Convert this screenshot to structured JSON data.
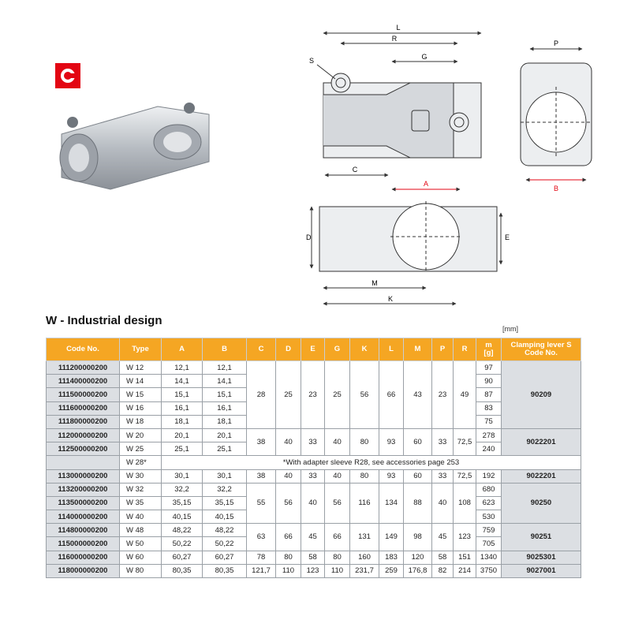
{
  "section_title": "W - Industrial design",
  "unit_note": "[mm]",
  "dimension_labels": {
    "L": "L",
    "R": "R",
    "G": "G",
    "S": "S",
    "C": "C",
    "P": "P",
    "B": "B",
    "A": "A",
    "D": "D",
    "E": "E",
    "M": "M",
    "K": "K"
  },
  "table": {
    "headers": [
      "Code No.",
      "Type",
      "A",
      "B",
      "C",
      "D",
      "E",
      "G",
      "K",
      "L",
      "M",
      "P",
      "R",
      "m\n[g]",
      "Clamping lever S\nCode No."
    ],
    "rows": [
      {
        "code": "111200000200",
        "type": "W 12",
        "A": "12,1",
        "B": "12,1",
        "m": "97"
      },
      {
        "code": "111400000200",
        "type": "W 14",
        "A": "14,1",
        "B": "14,1",
        "m": "90"
      },
      {
        "code": "111500000200",
        "type": "W 15",
        "A": "15,1",
        "B": "15,1",
        "m": "87"
      },
      {
        "code": "111600000200",
        "type": "W 16",
        "A": "16,1",
        "B": "16,1",
        "m": "83"
      },
      {
        "code": "111800000200",
        "type": "W 18",
        "A": "18,1",
        "B": "18,1",
        "m": "75"
      },
      {
        "code": "112000000200",
        "type": "W 20",
        "A": "20,1",
        "B": "20,1",
        "m": "278"
      },
      {
        "code": "112500000200",
        "type": "W 25",
        "A": "25,1",
        "B": "25,1",
        "m": "240"
      },
      {
        "code": "",
        "type": "W 28*",
        "note": "*With adapter sleeve R28, see accessories page 253"
      },
      {
        "code": "113000000200",
        "type": "W 30",
        "A": "30,1",
        "B": "30,1",
        "m": "192"
      },
      {
        "code": "113200000200",
        "type": "W 32",
        "A": "32,2",
        "B": "32,2",
        "m": "680"
      },
      {
        "code": "113500000200",
        "type": "W 35",
        "A": "35,15",
        "B": "35,15",
        "m": "623"
      },
      {
        "code": "114000000200",
        "type": "W 40",
        "A": "40,15",
        "B": "40,15",
        "m": "530"
      },
      {
        "code": "114800000200",
        "type": "W 48",
        "A": "48,22",
        "B": "48,22",
        "m": "759"
      },
      {
        "code": "115000000200",
        "type": "W 50",
        "A": "50,22",
        "B": "50,22",
        "m": "705"
      },
      {
        "code": "116000000200",
        "type": "W 60",
        "A": "60,27",
        "B": "60,27",
        "m": "1340"
      },
      {
        "code": "118000000200",
        "type": "W 80",
        "A": "80,35",
        "B": "80,35",
        "m": "3750"
      }
    ],
    "groups": [
      {
        "start": 0,
        "span": 5,
        "C": "28",
        "D": "25",
        "E": "23",
        "G": "25",
        "K": "56",
        "L": "66",
        "M": "43",
        "P": "23",
        "R": "49",
        "lever": "90209"
      },
      {
        "start": 5,
        "span": 2,
        "C": "38",
        "D": "40",
        "E": "33",
        "G": "40",
        "K": "80",
        "L": "93",
        "M": "60",
        "P": "33",
        "R": "72,5",
        "lever": "9022201"
      },
      {
        "start": 8,
        "span": 1,
        "C": "38",
        "D": "40",
        "E": "33",
        "G": "40",
        "K": "80",
        "L": "93",
        "M": "60",
        "P": "33",
        "R": "72,5",
        "lever": "9022201"
      },
      {
        "start": 9,
        "span": 3,
        "C": "55",
        "D": "56",
        "E": "40",
        "G": "56",
        "K": "116",
        "L": "134",
        "M": "88",
        "P": "40",
        "R": "108",
        "lever": "90250"
      },
      {
        "start": 12,
        "span": 2,
        "C": "63",
        "D": "66",
        "E": "45",
        "G": "66",
        "K": "131",
        "L": "149",
        "M": "98",
        "P": "45",
        "R": "123",
        "lever": "90251"
      },
      {
        "start": 14,
        "span": 1,
        "C": "78",
        "D": "80",
        "E": "58",
        "G": "80",
        "K": "160",
        "L": "183",
        "M": "120",
        "P": "58",
        "R": "151",
        "lever": "9025301"
      },
      {
        "start": 15,
        "span": 1,
        "C": "121,7",
        "D": "110",
        "E": "123",
        "G": "110",
        "K": "231,7",
        "L": "259",
        "M": "176,8",
        "P": "82",
        "R": "214",
        "lever": "9027001"
      }
    ]
  }
}
